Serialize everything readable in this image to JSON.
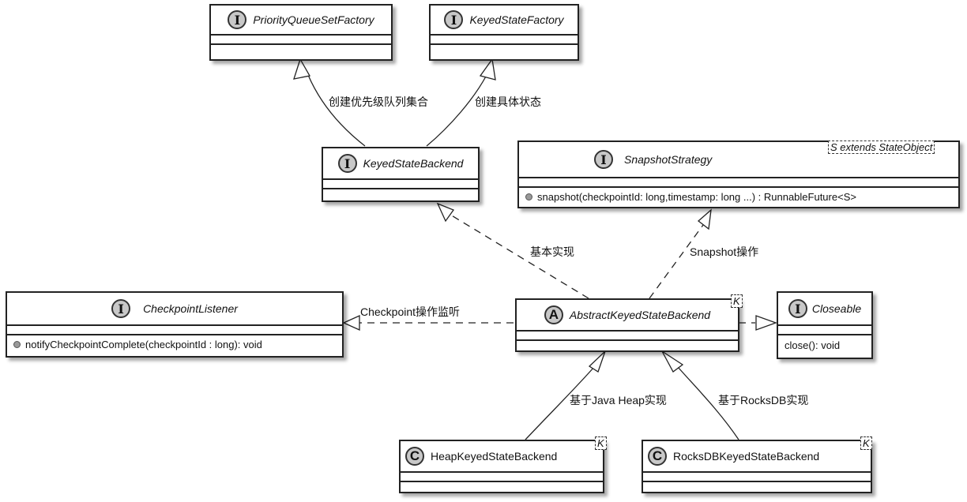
{
  "classes": {
    "priority_queue_set_factory": {
      "stereotype": "I",
      "name": "PriorityQueueSetFactory"
    },
    "keyed_state_factory": {
      "stereotype": "I",
      "name": "KeyedStateFactory"
    },
    "keyed_state_backend": {
      "stereotype": "I",
      "name": "KeyedStateBackend"
    },
    "snapshot_strategy": {
      "stereotype": "I",
      "name": "SnapshotStrategy",
      "type_param": "S extends StateObject",
      "methods": [
        "snapshot(checkpointId: long,timestamp: long ...) : RunnableFuture<S>"
      ]
    },
    "checkpoint_listener": {
      "stereotype": "I",
      "name": "CheckpointListener",
      "methods": [
        "notifyCheckpointComplete(checkpointId : long): void"
      ]
    },
    "abstract_keyed_state_backend": {
      "stereotype": "A",
      "name": "AbstractKeyedStateBackend",
      "type_param": "K"
    },
    "closeable": {
      "stereotype": "I",
      "name": "Closeable",
      "methods": [
        "close(): void"
      ]
    },
    "heap_keyed_state_backend": {
      "stereotype": "C",
      "name": "HeapKeyedStateBackend",
      "type_param": "K"
    },
    "rocksdb_keyed_state_backend": {
      "stereotype": "C",
      "name": "RocksDBKeyedStateBackend",
      "type_param": "K"
    }
  },
  "edges": {
    "create_priority_queue": "创建优先级队列集合",
    "create_state": "创建具体状态",
    "basic_impl": "基本实现",
    "snapshot_op": "Snapshot操作",
    "checkpoint_listen": "Checkpoint操作监听",
    "heap_impl": "基于Java Heap实现",
    "rocksdb_impl": "基于RocksDB实现"
  }
}
